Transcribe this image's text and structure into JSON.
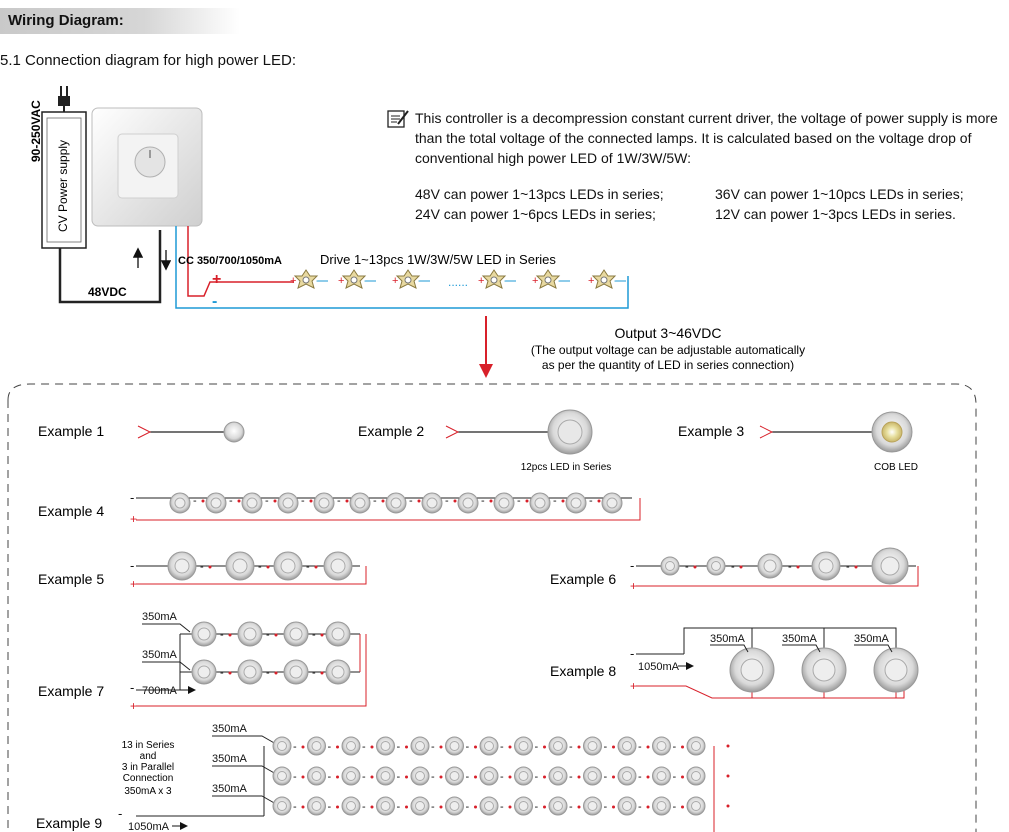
{
  "header": {
    "title": "Wiring Diagram:"
  },
  "section": {
    "title": "5.1  Connection diagram for high power LED:"
  },
  "power": {
    "ac_label": "90-250VAC",
    "supply_label": "CV Power supply",
    "dc_label": "48VDC",
    "cc_label": "CC 350/700/1050mA"
  },
  "note": {
    "text": "This controller is a decompression constant current driver, the voltage of power supply is more than the total voltage of the connected lamps. It is calculated based on the voltage drop of conventional high power LED of 1W/3W/5W:",
    "capacity": [
      "48V can power 1~13pcs LEDs in series;",
      "36V can power 1~10pcs LEDs in series;",
      "24V can power 1~6pcs LEDs in series;",
      "12V can power 1~3pcs LEDs in series."
    ]
  },
  "drive_label": "Drive 1~13pcs 1W/3W/5W LED in Series",
  "output": {
    "title": "Output 3~46VDC",
    "line1": "(The output voltage can be adjustable automatically",
    "line2": "as per the quantity of LED in series connection)"
  },
  "examples": {
    "e1": "Example 1",
    "e2": "Example 2",
    "e2_caption": "12pcs LED in Series",
    "e3": "Example 3",
    "e3_caption": "COB LED",
    "e4": "Example 4",
    "e5": "Example 5",
    "e6": "Example 6",
    "e7": "Example 7",
    "e8": "Example 8",
    "e9": "Example 9"
  },
  "currents": {
    "c350": "350mA",
    "c700": "700mA",
    "c1050": "1050mA"
  },
  "example9_note": [
    "13 in Series",
    "and",
    "3 in Parallel",
    "Connection",
    "350mA  x 3"
  ],
  "symbols": {
    "plus": "+",
    "minus": "-",
    "dots": "......"
  },
  "colors": {
    "red_wire": "#d8202a",
    "blue_wire": "#1e9ad6",
    "gray": "#999999"
  }
}
